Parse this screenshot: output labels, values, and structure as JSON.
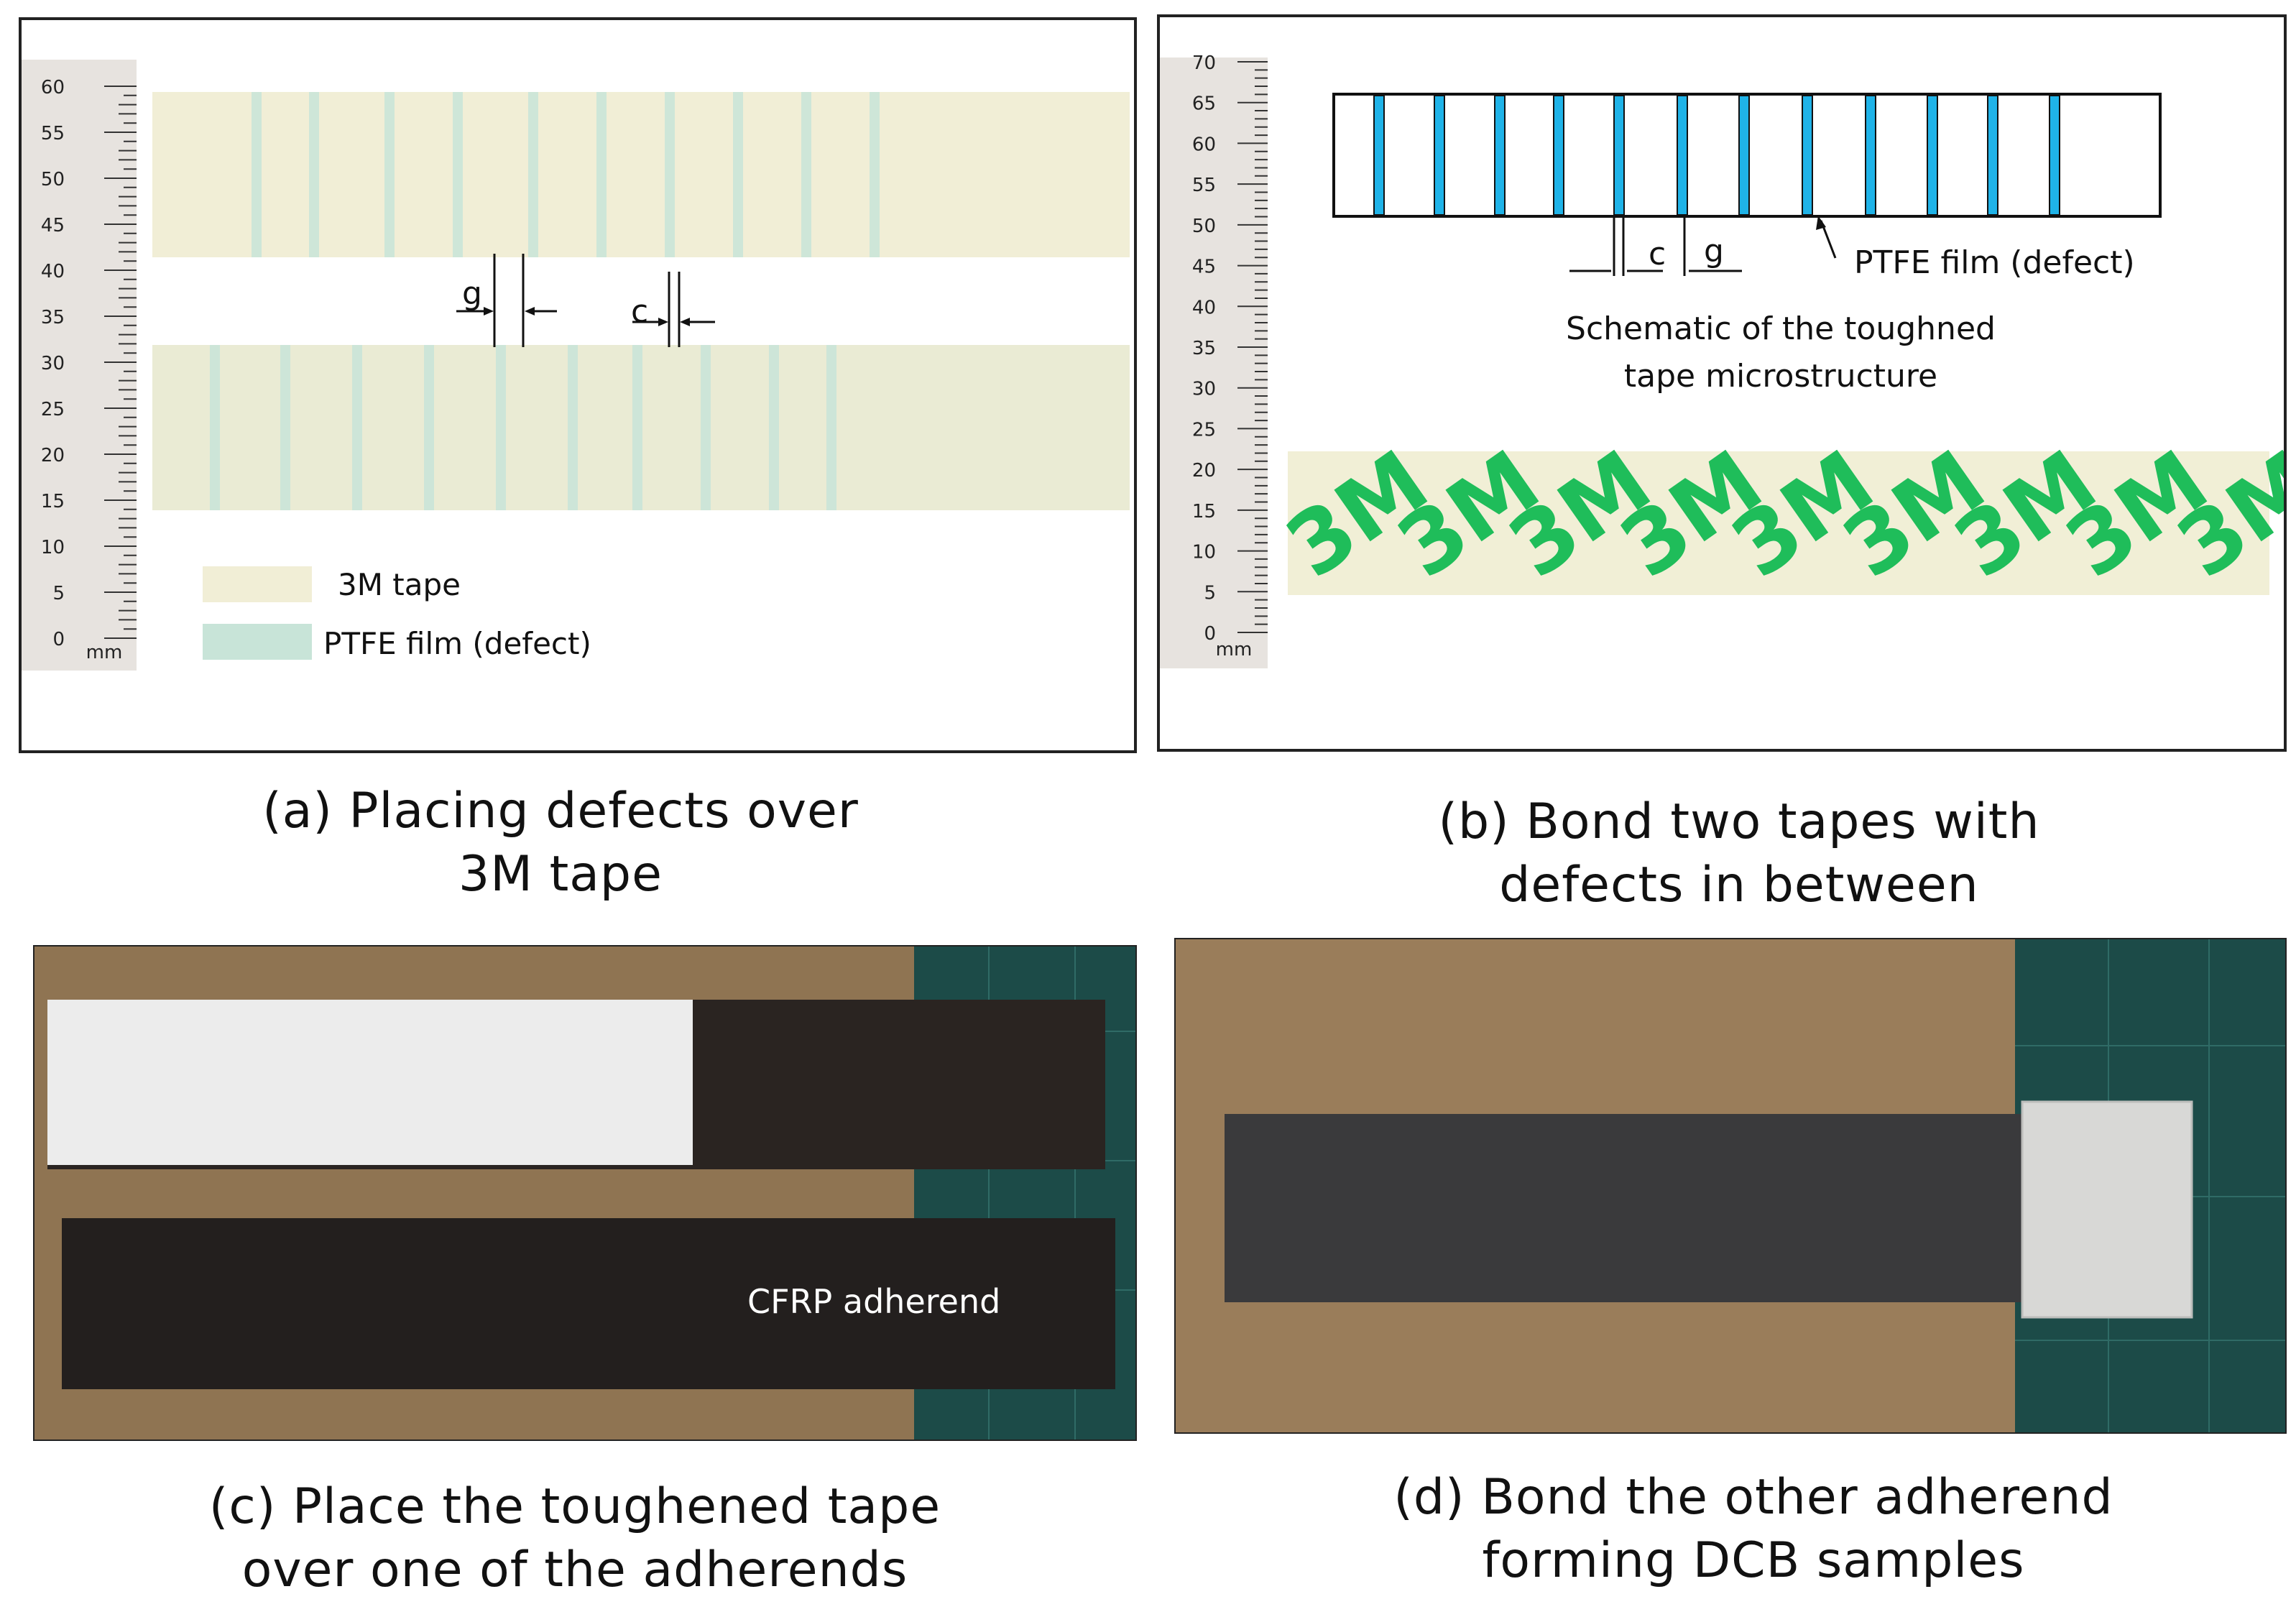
{
  "panel_a": {
    "dim_g": "g",
    "dim_c": "c",
    "ruler_unit": "mm",
    "ruler_labels": [
      "60",
      "55",
      "50",
      "45",
      "40",
      "35",
      "30",
      "25",
      "20",
      "15",
      "10",
      "5",
      "0"
    ],
    "legend": [
      {
        "label": "3M tape",
        "color": "#f1eed6"
      },
      {
        "label": "PTFE film (defect)",
        "color": "#c8e4d8"
      }
    ],
    "caption_line1": "(a) Placing defects over",
    "caption_line2": "3M tape"
  },
  "panel_b": {
    "ruler_unit": "mm",
    "ruler_labels": [
      "70",
      "65",
      "60",
      "55",
      "50",
      "45",
      "40",
      "35",
      "30",
      "25",
      "20",
      "15",
      "10",
      "5",
      "0"
    ],
    "dim_c": "c",
    "dim_g": "g",
    "ptfe_label": "PTFE film (defect)",
    "schematic_title_line1": "Schematic of the toughned",
    "schematic_title_line2": "tape microstructure",
    "tape_logo": "3M",
    "defect_color": "#1fb3e8",
    "caption_line1": "(b) Bond two tapes with",
    "caption_line2": "defects in between"
  },
  "panel_c": {
    "adherend_label": "CFRP adherend",
    "caption_line1": "(c) Place the toughened tape",
    "caption_line2": "over one of the adherends"
  },
  "panel_d": {
    "caption_line1": "(d) Bond the other adherend",
    "caption_line2": "forming DCB samples"
  }
}
